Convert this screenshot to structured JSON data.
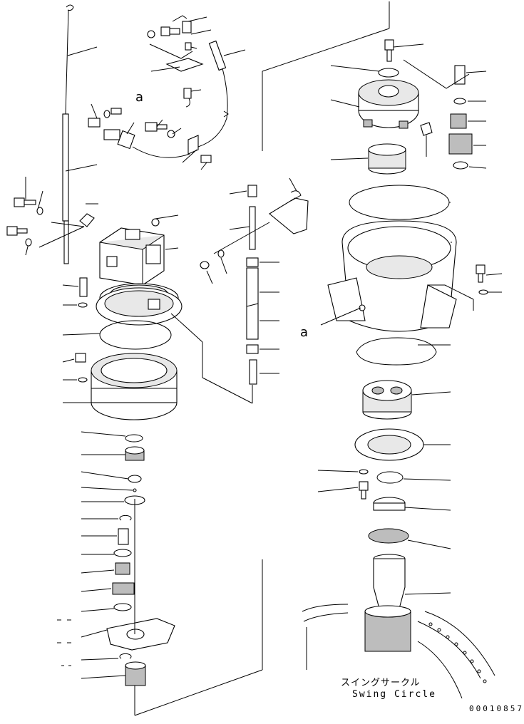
{
  "diagram": {
    "ref_letter": "a",
    "swing_circle_label_jp": "スイングサークル",
    "swing_circle_label_en": "Swing Circle",
    "drawing_number": "00010857"
  }
}
